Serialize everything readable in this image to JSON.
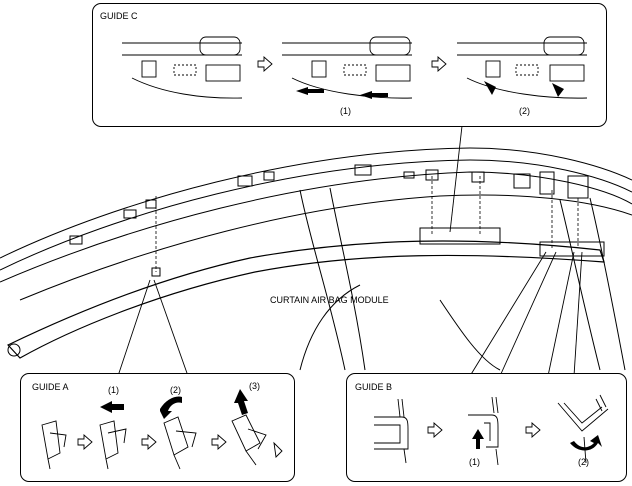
{
  "guide_c": {
    "title": "GUIDE C",
    "step1": "(1)",
    "step2": "(2)"
  },
  "module_label": "CURTAIN AIR BAG MODULE",
  "guide_a": {
    "title": "GUIDE A",
    "step1": "(1)",
    "step2": "(2)",
    "step3": "(3)"
  },
  "guide_b": {
    "title": "GUIDE B",
    "step1": "(1)",
    "step2": "(2)"
  },
  "icons": {
    "step_arrow": "hollow-right-arrow-icon",
    "action_arrow": "solid-arrow-icon"
  }
}
